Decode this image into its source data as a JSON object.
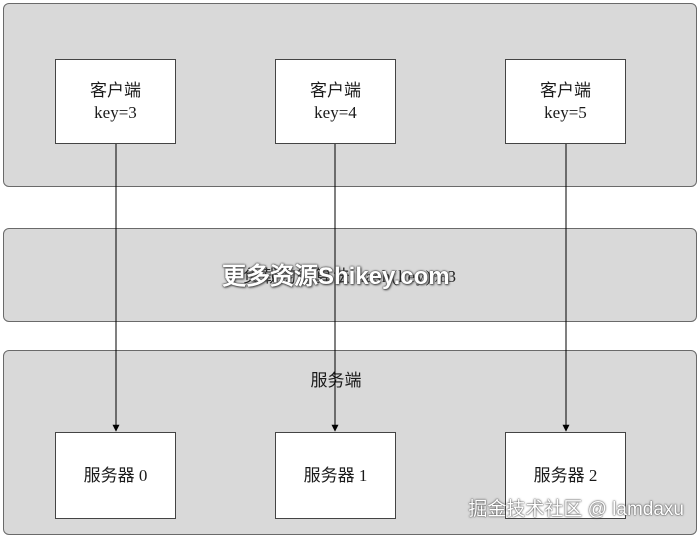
{
  "clients": [
    {
      "label": "客户端",
      "key": "key=3"
    },
    {
      "label": "客户端",
      "key": "key=4"
    },
    {
      "label": "客户端",
      "key": "key=5"
    }
  ],
  "middle": {
    "label": "负载均衡算法 hash(key)%3"
  },
  "servers": {
    "label": "服务端",
    "nodes": [
      {
        "label": "服务器 0"
      },
      {
        "label": "服务器 1"
      },
      {
        "label": "服务器 2"
      }
    ]
  },
  "watermarks": {
    "center": "更多资源Shikey.com",
    "corner": "掘金技术社区 @ lamdaxu"
  },
  "colors": {
    "panel_fill": "#d9d9d9",
    "panel_border": "#6a6a6a",
    "node_fill": "#ffffff",
    "arrow": "#000000"
  }
}
